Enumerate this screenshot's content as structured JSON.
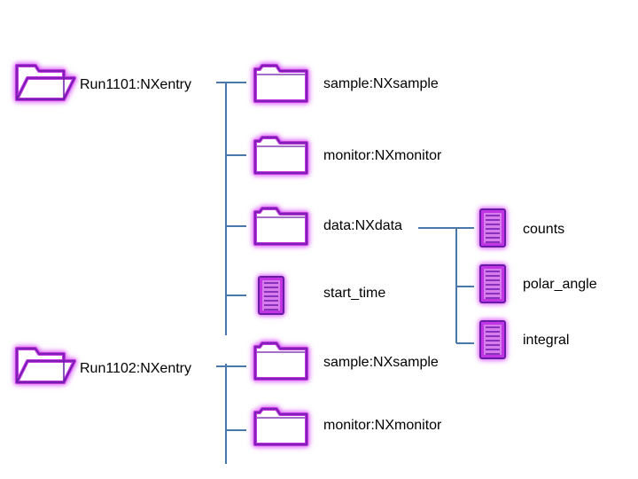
{
  "colors": {
    "line": "#4a78ab",
    "icon_stroke": "#6a1aa8",
    "icon_fill": "#c235e3",
    "icon_glow": "#e27bff"
  },
  "tree": {
    "run1101": {
      "label": "Run1101:NXentry",
      "icon": "open-folder-icon",
      "children": {
        "sample": {
          "label": "sample:NXsample",
          "icon": "folder-icon"
        },
        "monitor": {
          "label": "monitor:NXmonitor",
          "icon": "folder-icon"
        },
        "data": {
          "label": "data:NXdata",
          "icon": "folder-icon",
          "children": {
            "counts": {
              "label": "counts",
              "icon": "document-icon"
            },
            "polar_angle": {
              "label": "polar_angle",
              "icon": "document-icon"
            },
            "integral": {
              "label": "integral",
              "icon": "document-icon"
            }
          }
        },
        "start_time": {
          "label": "start_time",
          "icon": "document-icon"
        }
      }
    },
    "run1102": {
      "label": "Run1102:NXentry",
      "icon": "open-folder-icon",
      "children": {
        "sample": {
          "label": "sample:NXsample",
          "icon": "folder-icon"
        },
        "monitor": {
          "label": "monitor:NXmonitor",
          "icon": "folder-icon"
        }
      }
    }
  }
}
